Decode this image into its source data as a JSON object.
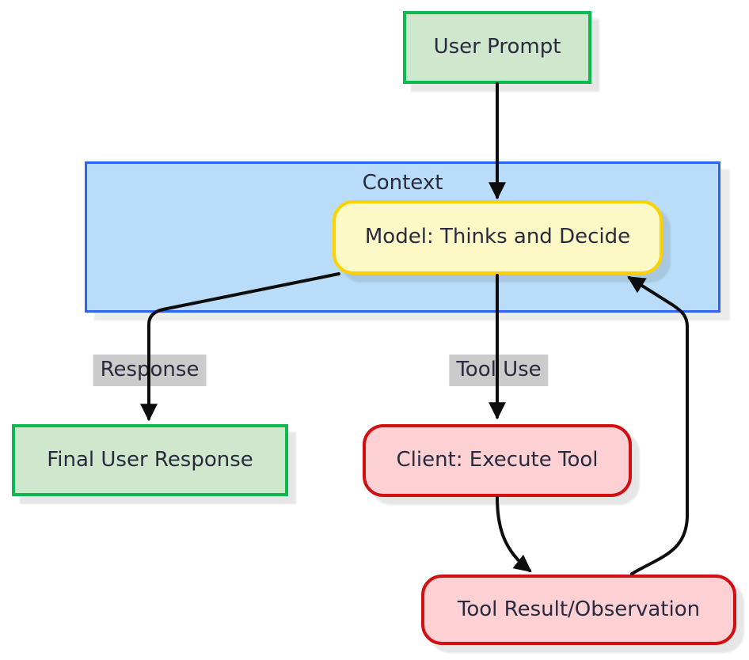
{
  "diagram": {
    "type": "flowchart",
    "nodes": {
      "user_prompt": {
        "label": "User Prompt",
        "shape": "rectangle",
        "style": "green"
      },
      "context": {
        "label": "Context",
        "shape": "container",
        "style": "blue"
      },
      "model": {
        "label": "Model: Thinks and Decide",
        "shape": "rounded",
        "style": "yellow"
      },
      "final_response": {
        "label": "Final User Response",
        "shape": "rectangle",
        "style": "green"
      },
      "client": {
        "label": "Client: Execute Tool",
        "shape": "rounded",
        "style": "red"
      },
      "tool_result": {
        "label": "Tool Result/Observation",
        "shape": "rounded",
        "style": "red"
      }
    },
    "edge_labels": {
      "response": "Response",
      "tool_use": "Tool Use"
    },
    "edges": [
      {
        "from": "User Prompt",
        "to": "Model: Thinks and Decide",
        "label": ""
      },
      {
        "from": "Model: Thinks and Decide",
        "to": "Final User Response",
        "label": "Response"
      },
      {
        "from": "Model: Thinks and Decide",
        "to": "Client: Execute Tool",
        "label": "Tool Use"
      },
      {
        "from": "Client: Execute Tool",
        "to": "Tool Result/Observation",
        "label": ""
      },
      {
        "from": "Tool Result/Observation",
        "to": "Model: Thinks and Decide",
        "label": ""
      }
    ],
    "colors": {
      "green_border": "#0bb94e",
      "green_fill": "#cfe8cd",
      "blue_border": "#2e63f2",
      "blue_fill": "#b9ddf8",
      "yellow_border": "#fdd000",
      "yellow_fill": "#fdf9c6",
      "red_border": "#d01012",
      "red_fill": "#fdd0d4",
      "label_bg": "#cbcbcb",
      "text": "#2a2a3e",
      "arrow": "#0d0d0d",
      "canvas_bg": "#ffffff"
    }
  }
}
